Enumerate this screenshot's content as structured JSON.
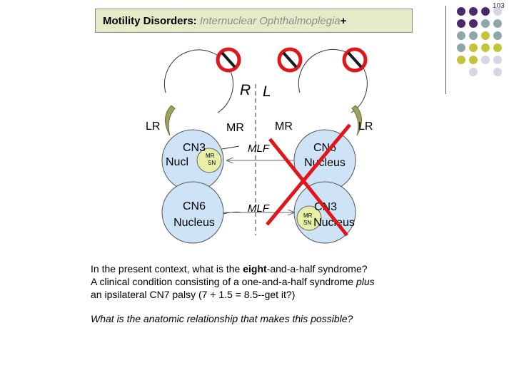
{
  "page_number": "103",
  "title": {
    "main": "Motility Disorders: ",
    "sub": "Internuclear Ophthalmoplegia",
    "suffix": "+"
  },
  "diagram": {
    "side_right": "R",
    "side_left": "L",
    "muscle_lr_left": "LR",
    "muscle_mr_left": "MR",
    "muscle_mr_right": "MR",
    "muscle_lr_right": "LR",
    "cn3_left": [
      "CN3",
      "Nucl"
    ],
    "cn6_left": [
      "CN6",
      "Nucleus"
    ],
    "cn6_right": [
      "CN6",
      "Nucleus"
    ],
    "cn3_right": [
      "CN3",
      "Nucleus"
    ],
    "mr_subnucleus_left": [
      "MR",
      "SN"
    ],
    "mr_subnucleus_right": [
      "MR",
      "SN"
    ],
    "mlf_top": "MLF",
    "mlf_bottom": "MLF"
  },
  "question": {
    "line1_a": "In the present context, what is the ",
    "line1_bold": "eight",
    "line1_b": "-and-a-half syndrome?",
    "line2_a": "A clinical condition consisting of a one-and-a-half syndrome ",
    "line2_italic": "plus",
    "line3": "an ipsilateral CN7 palsy (7 + 1.5 = 8.5--get it?)",
    "q2": "What is the anatomic relationship that makes this possible?"
  },
  "colors": {
    "title_bg": "#e4ebc6",
    "nucleus_fill": "#cfe3f7",
    "subnucleus_fill": "#e8f0a8",
    "muscle_fill": "#9ea060",
    "cross_red": "#e0161a",
    "dot_purple": "#4a2a6a",
    "dot_teal": "#8ea6a8",
    "dot_olive": "#c4c43a",
    "dot_lilac": "#d6d6e6"
  },
  "decor_dots": [
    [
      "purple",
      "purple",
      "purple",
      "lilac"
    ],
    [
      "purple",
      "purple",
      "teal",
      "teal"
    ],
    [
      "teal",
      "teal",
      "olive",
      "teal"
    ],
    [
      "teal",
      "olive",
      "olive",
      "olive"
    ],
    [
      "olive",
      "olive",
      "lilac",
      "lilac"
    ],
    [
      "",
      "lilac",
      "",
      "lilac"
    ]
  ]
}
